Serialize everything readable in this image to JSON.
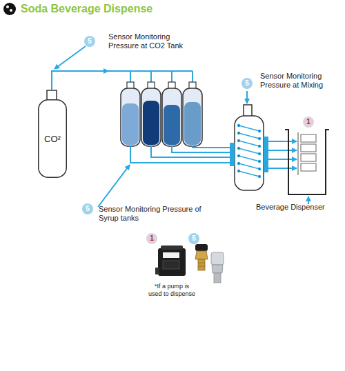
{
  "diagram": {
    "title": "Soda Beverage Dispense",
    "nodes": [
      {
        "text": [
          "CO²"
        ]
      }
    ],
    "labels": [
      "5",
      "Sensor Monitoring Pressure at CO2 Tank",
      "5",
      "Sensor Monitoring Pressure at Mixing",
      "1",
      "5",
      "Sensor Monitoring Pressure of Syrup tanks",
      "Beverage Dispenser",
      "1",
      "5",
      "*If a pump is used to dispense"
    ]
  }
}
